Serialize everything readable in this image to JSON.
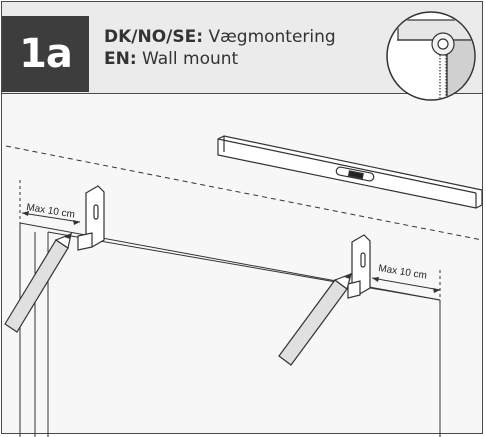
{
  "step": {
    "number_label": "1a"
  },
  "caption": {
    "line1_lang": "DK/NO/SE:",
    "line1_text": "Vægmontering",
    "line2_lang": "EN:",
    "line2_text": "Wall mount"
  },
  "dimensions": {
    "left_label": "Max 10 cm",
    "right_label": "Max 10 cm"
  },
  "icons": {
    "detail": "roller-blind-detail-icon",
    "pencil": "pencil-icon",
    "bracket": "wall-bracket-icon"
  },
  "colors": {
    "badge_bg": "#3d3d3d",
    "header_bg": "#ebebeb",
    "line": "#333333"
  }
}
